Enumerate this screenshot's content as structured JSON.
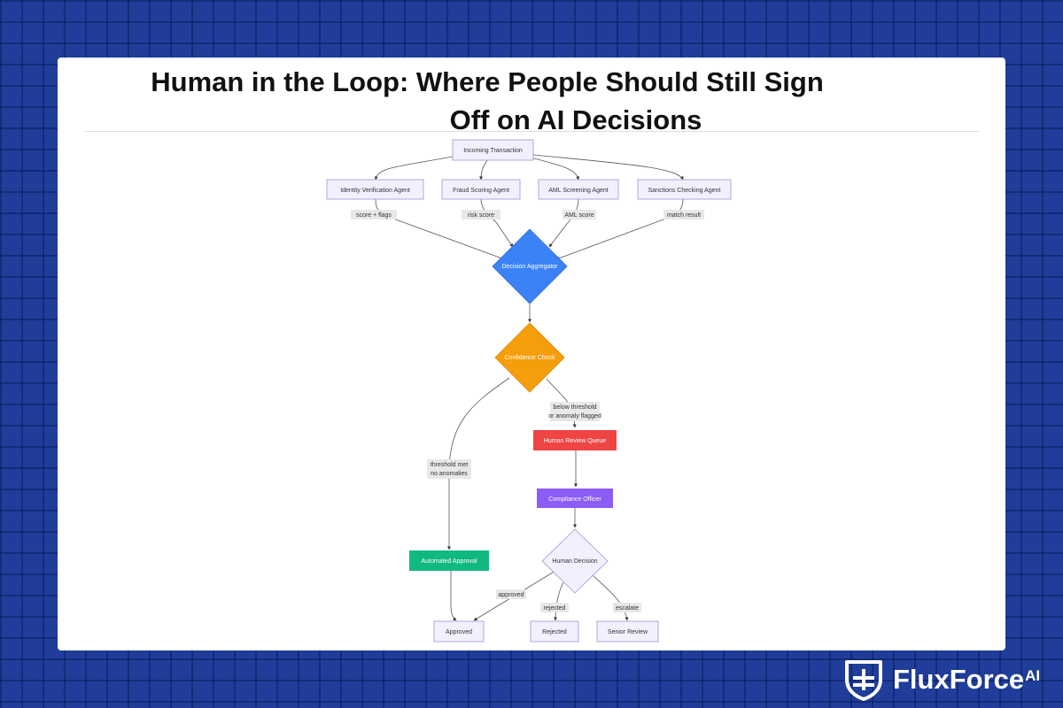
{
  "title": {
    "line1": "Human in the Loop: Where People Should Still Sign",
    "line2": "Off on AI Decisions"
  },
  "brand": {
    "name": "FluxForce",
    "suffix": "AI",
    "icon": "shield-plus-icon"
  },
  "colors": {
    "page_bg": "#1f3d99",
    "node_default": "#f2f0ff",
    "node_border": "#9b95d6",
    "aggregator": "#3b82f6",
    "confidence": "#f59e0b",
    "review_queue": "#ef4444",
    "compliance": "#8b5cf6",
    "auto_approval": "#10b981"
  },
  "diagram": {
    "nodes": {
      "incoming": "Incoming Transaction",
      "identity": "Identity Verification Agent",
      "fraud": "Fraud Scoring Agent",
      "aml": "AML Screening Agent",
      "sanctions": "Sanctions Checking Agent",
      "aggregator": "Decision Aggregator",
      "confidence": "Confidence Check",
      "review_queue": "Human Review Queue",
      "compliance": "Compliance Officer",
      "human_decision": "Human Decision",
      "auto_approval": "Automated Approval",
      "approved": "Approved",
      "rejected": "Rejected",
      "senior_review": "Senior Review"
    },
    "edges": {
      "identity_out": "score + flags",
      "fraud_out": "risk score",
      "aml_out": "AML score",
      "sanctions_out": "match result",
      "below_1": "below threshold",
      "below_2": "or anomaly flagged",
      "met_1": "threshold met",
      "met_2": "no anomalies",
      "approved": "approved",
      "rejected": "rejected",
      "escalate": "escalate"
    }
  }
}
